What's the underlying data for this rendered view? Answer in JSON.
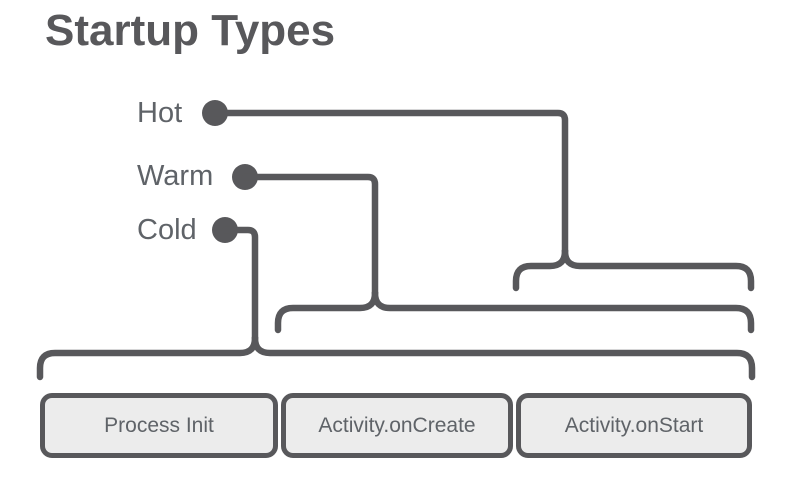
{
  "title": "Startup Types",
  "colors": {
    "line": "#58585b",
    "label_text": "#5f6368",
    "box_text": "#5f6368",
    "box_fill": "#ececec",
    "background": "#ffffff"
  },
  "startup_types": [
    {
      "label": "Hot",
      "spans": [
        "Activity.onStart"
      ]
    },
    {
      "label": "Warm",
      "spans": [
        "Activity.onCreate",
        "Activity.onStart"
      ]
    },
    {
      "label": "Cold",
      "spans": [
        "Process Init",
        "Activity.onCreate",
        "Activity.onStart"
      ]
    }
  ],
  "phases": [
    {
      "label": "Process Init"
    },
    {
      "label": "Activity.onCreate"
    },
    {
      "label": "Activity.onStart"
    }
  ]
}
